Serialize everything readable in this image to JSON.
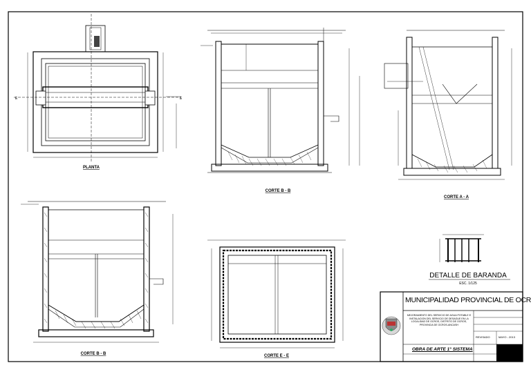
{
  "views": {
    "planta": "PLANTA",
    "corte_b_b_top": "CORTE B - B",
    "corte_a_a": "CORTE A - A",
    "corte_b_b_bottom": "CORTE B - B",
    "corte_e_e": "CORTE E - E",
    "detalle_baranda": "DETALLE  DE  BARANDA",
    "detalle_scale": "ESC. 1/125"
  },
  "title_block": {
    "entity": "MUNICIPALIDAD PROVINCIAL DE OCROS",
    "project_lines": [
      "MEJORAMIENTO DEL SERVICIO DE AGUA POTABLE E",
      "INSTALACION DEL SERVICIO DE DESAGUE EN LA",
      "LOCALIDAD DE OCROS, DISTRITO DE OCROS,",
      "PROVINCIA DE OCROS-ANCASH"
    ],
    "sheet_title": "OBRA DE ARTE 1° SISTEMA",
    "revision_label": "REVISADO",
    "date": "MAYO - 2013"
  }
}
